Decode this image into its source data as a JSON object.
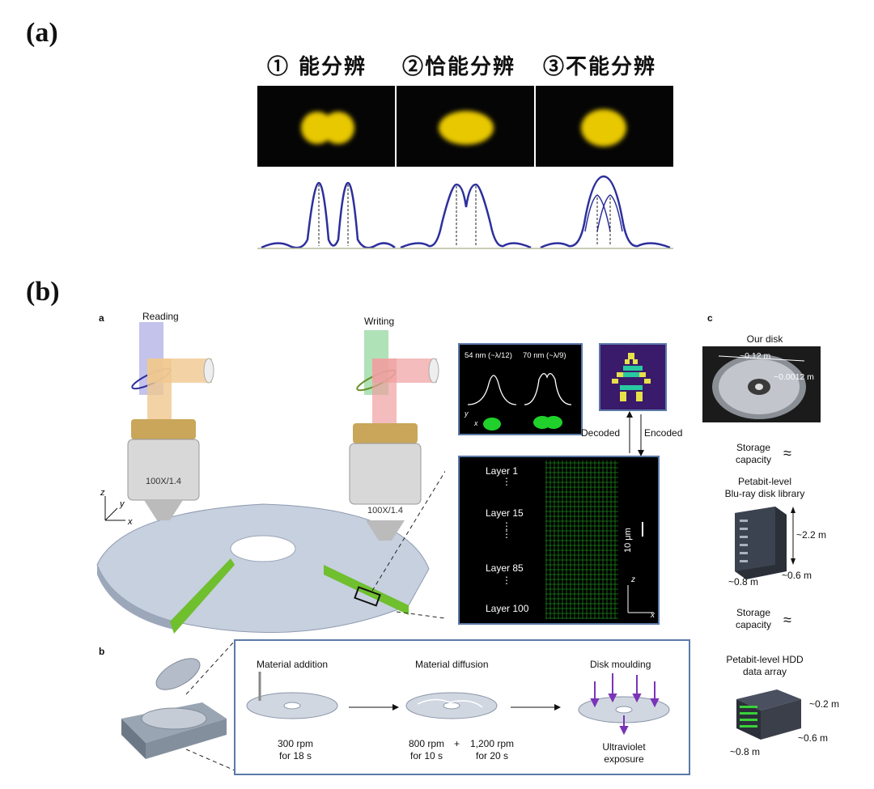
{
  "panel_a": {
    "label": "(a)",
    "headings": [
      "① 能分辨",
      "②恰能分辨",
      "③不能分辨"
    ]
  },
  "panel_b": {
    "label": "(b)",
    "sub_a": {
      "letter": "a",
      "reading": "Reading",
      "writing": "Writing",
      "objective_left": "100X/1.4",
      "objective_right": "100X/1.4",
      "axes": {
        "z": "z",
        "y": "y",
        "x": "x"
      },
      "profile_left": "54 nm (~λ/12)",
      "profile_right": "70 nm (~λ/9)",
      "inset_axes": {
        "y": "y",
        "x": "x"
      },
      "decoded": "Decoded",
      "encoded": "Encoded",
      "layers": [
        "Layer 1",
        "Layer 15",
        "Layer 85",
        "Layer 100"
      ],
      "scale": "10 μm",
      "layer_axes": {
        "z": "z",
        "x": "x"
      }
    },
    "sub_b": {
      "letter": "b",
      "steps": [
        {
          "title": "Material addition",
          "caption1": "300 rpm",
          "caption2": "for 18 s"
        },
        {
          "title": "Material diffusion",
          "caption1": "800 rpm",
          "caption2": "for 10 s",
          "plus": "+",
          "caption3": "1,200 rpm",
          "caption4": "for 20 s"
        },
        {
          "title": "Disk moulding",
          "caption1": "Ultraviolet",
          "caption2": "exposure"
        }
      ]
    },
    "sub_c": {
      "letter": "c",
      "our_disk": "Our disk",
      "dim_diameter": "~0.12 m",
      "dim_thick": "~0.0012 m",
      "storage1": "Storage",
      "capacity1": "capacity",
      "approx1": "≈",
      "library1": "Petabit-level",
      "library2": "Blu-ray disk library",
      "lib_h": "~2.2 m",
      "lib_w": "~0.8 m",
      "lib_d": "~0.6 m",
      "storage2": "Storage",
      "capacity2": "capacity",
      "approx2": "≈",
      "hdd1": "Petabit-level HDD",
      "hdd2": "data array",
      "hdd_h": "~0.2 m",
      "hdd_w": "~0.8 m",
      "hdd_d": "~0.6 m"
    }
  },
  "colors": {
    "blob": "#f2d600",
    "curve": "#2d2f9c",
    "green": "#6fbf2e",
    "frame": "#5b79a8"
  }
}
